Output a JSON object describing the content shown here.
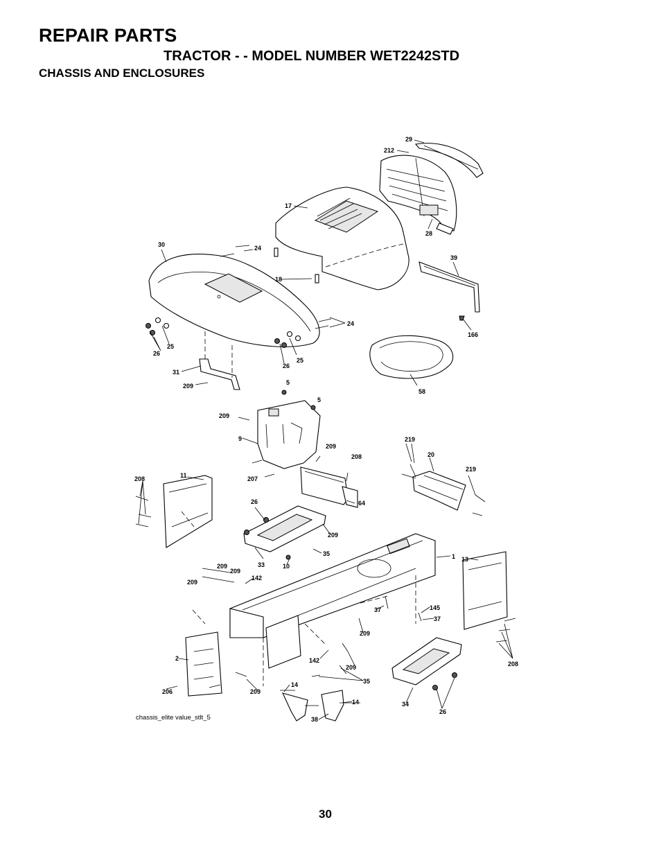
{
  "header": {
    "title": "REPAIR PARTS",
    "subtitle": "TRACTOR - - MODEL NUMBER WET2242STD",
    "section": "CHASSIS AND ENCLOSURES"
  },
  "diagram": {
    "caption": "chassis_elite value_stlt_5",
    "callouts": [
      "29",
      "212",
      "17",
      "28",
      "30",
      "24",
      "18",
      "39",
      "166",
      "24",
      "25",
      "26",
      "26",
      "25",
      "31",
      "209",
      "58",
      "5",
      "5",
      "209",
      "9",
      "219",
      "20",
      "219",
      "209",
      "208",
      "207",
      "208",
      "11",
      "64",
      "26",
      "209",
      "35",
      "33",
      "10",
      "1",
      "13",
      "209",
      "209",
      "142",
      "209",
      "37",
      "145",
      "37",
      "209",
      "142",
      "209",
      "2",
      "35",
      "208",
      "206",
      "209",
      "14",
      "14",
      "34",
      "26",
      "38"
    ]
  },
  "footer": {
    "page_number": "30"
  }
}
